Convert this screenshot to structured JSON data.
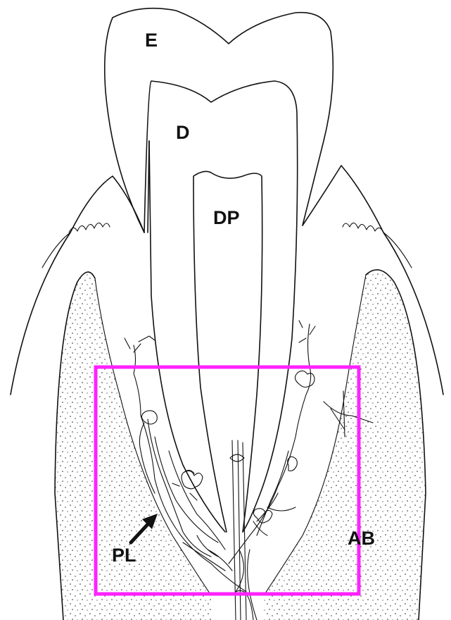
{
  "labels": {
    "enamel": "E",
    "dentin": "D",
    "dental_pulp": "DP",
    "periodontal_ligament": "PL",
    "alveolar_bone": "AB"
  },
  "colors": {
    "line": "#111111",
    "background": "#ffffff",
    "highlight_box": "#ff22ff"
  }
}
